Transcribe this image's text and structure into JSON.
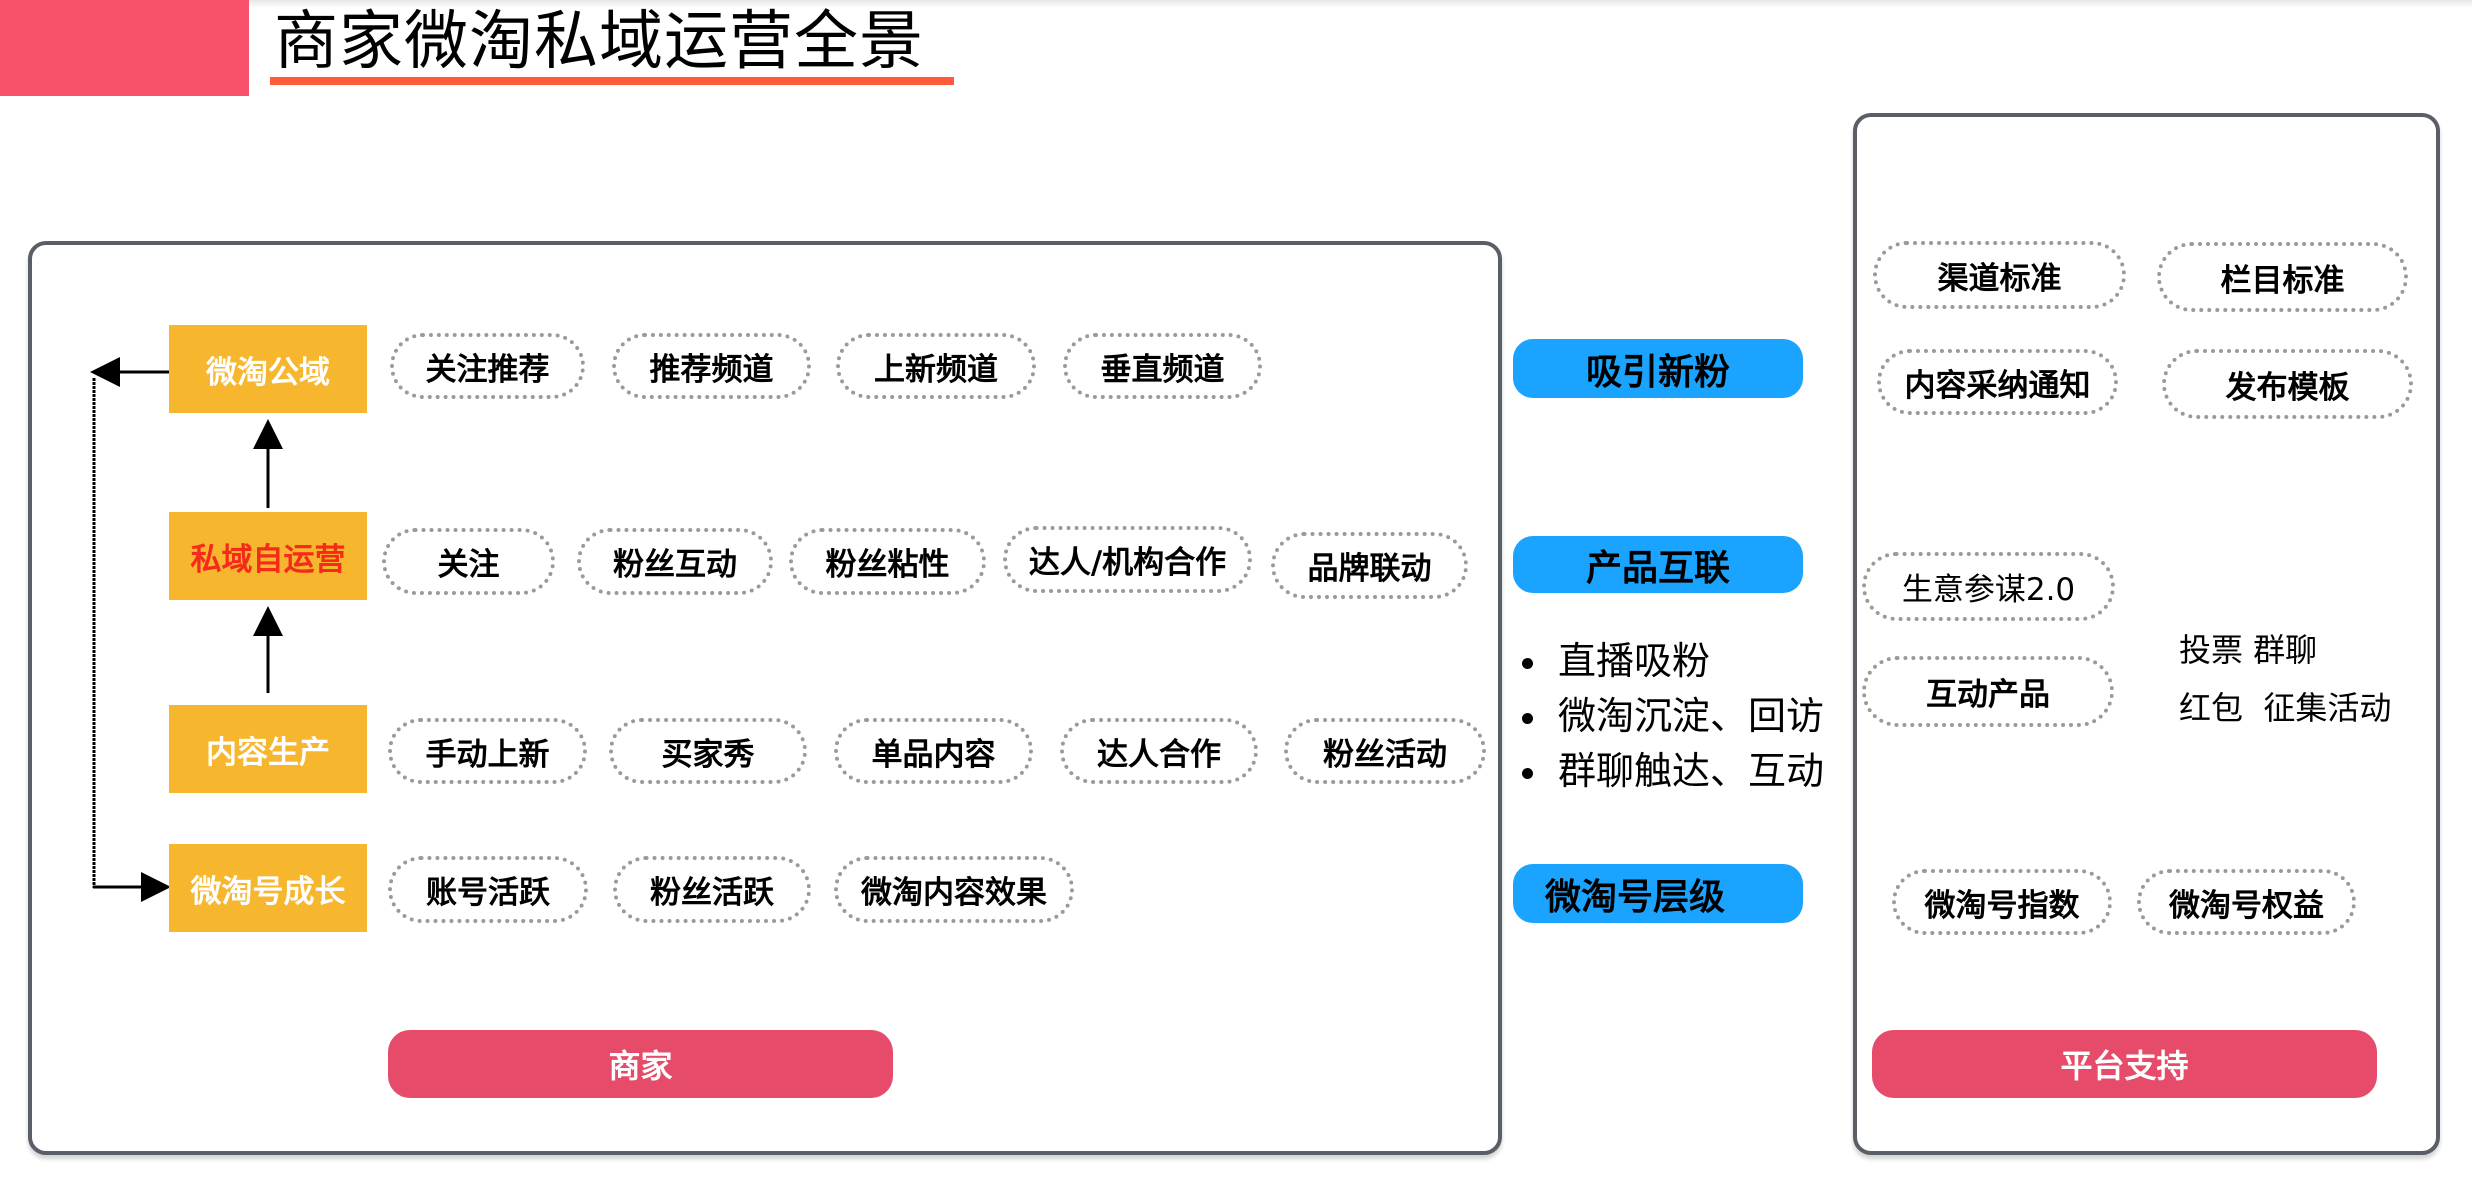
{
  "header": {
    "title": "商家微淘私域运营全景",
    "accent_color": "#f8516a",
    "underline_color": "#ff5a3c"
  },
  "merchant_panel": {
    "stages": [
      {
        "label": "微淘公域",
        "items": [
          "关注推荐",
          "推荐频道",
          "上新频道",
          "垂直频道"
        ]
      },
      {
        "label": "私域自运营",
        "items": [
          "关注",
          "粉丝互动",
          "粉丝粘性",
          "达人/机构合作",
          "品牌联动"
        ]
      },
      {
        "label": "内容生产",
        "items": [
          "手动上新",
          "买家秀",
          "单品内容",
          "达人合作",
          "粉丝活动"
        ]
      },
      {
        "label": "微淘号成长",
        "items": [
          "账号活跃",
          "粉丝活跃",
          "微淘内容效果"
        ]
      }
    ],
    "footer_label": "商家",
    "stage_color": "#f6b62e",
    "highlight_stage_text_color": "#f52a1a"
  },
  "middle": {
    "tags": [
      "吸引新粉",
      "产品互联",
      "微淘号层级"
    ],
    "bullets": [
      "直播吸粉",
      "微淘沉淀、回访",
      "群聊触达、互动"
    ],
    "tag_color": "#1aa3ff"
  },
  "platform_panel": {
    "items_top": [
      "渠道标准",
      "栏目标准",
      "内容采纳通知",
      "发布模板"
    ],
    "items_mid": [
      "生意参谋2.0",
      "互动产品"
    ],
    "interaction_features": [
      "投票 群聊",
      "红包  征集活动"
    ],
    "items_bottom": [
      "微淘号指数",
      "微淘号权益"
    ],
    "footer_label": "平台支持"
  }
}
